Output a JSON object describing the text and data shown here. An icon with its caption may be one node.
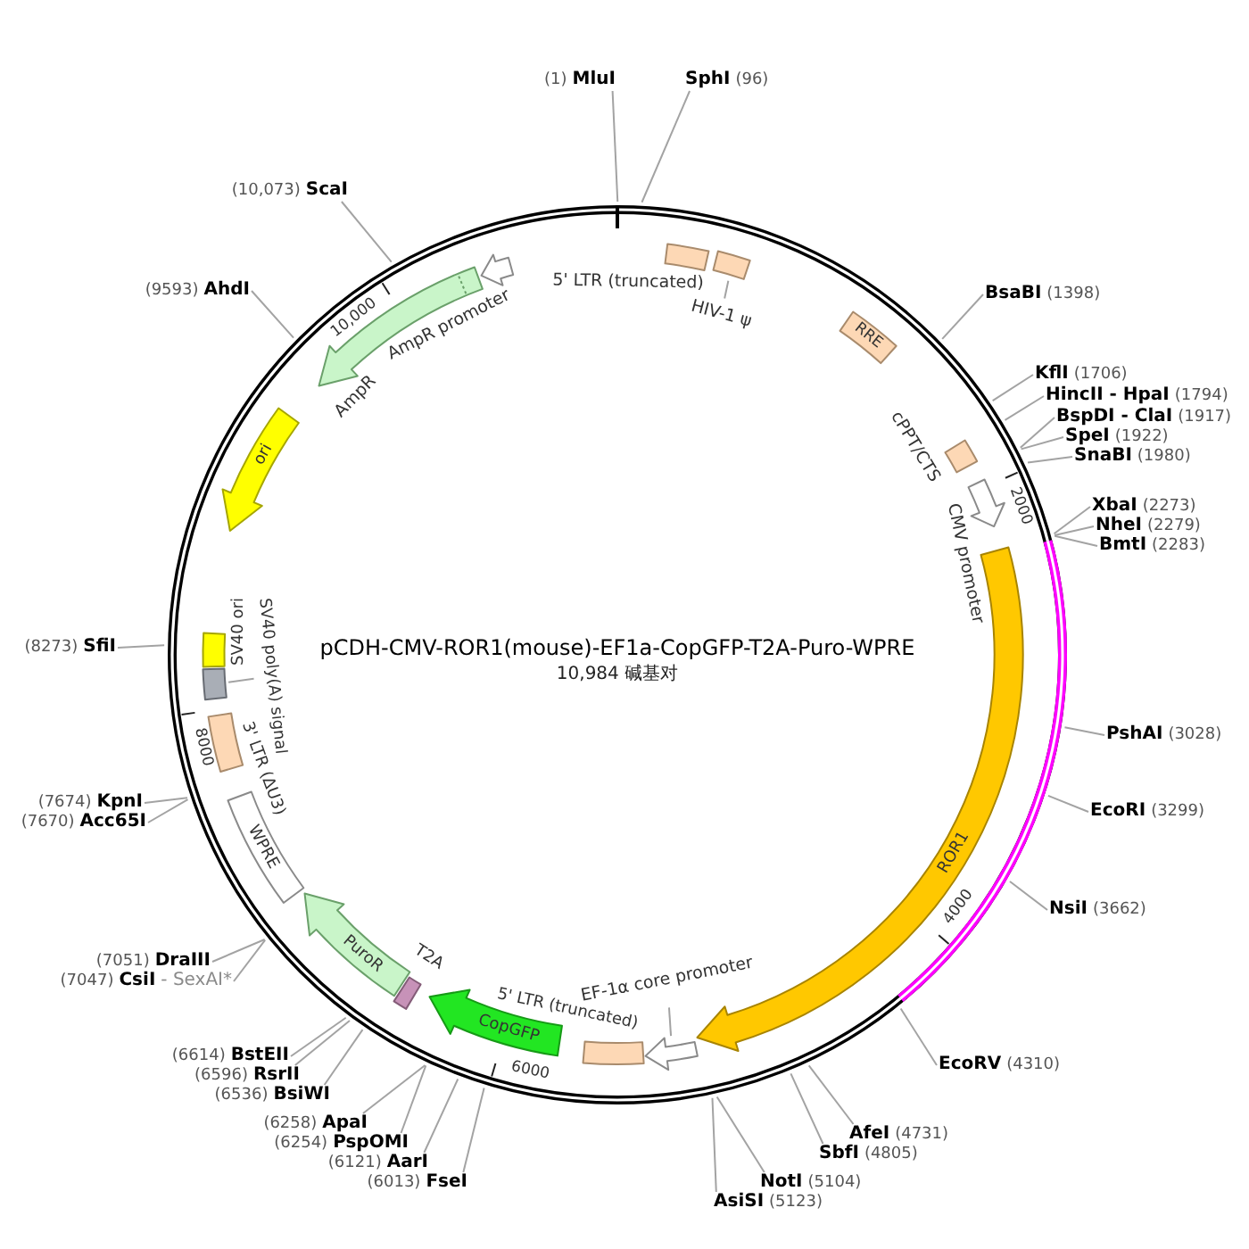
{
  "diagram": {
    "title": "pCDH-CMV-ROR1(mouse)-EF1a-CopGFP-T2A-Puro-WPRE",
    "nodes": [
      {
        "text": [
          "MluI"
        ],
        "beside": [
          "(1)"
        ]
      },
      {
        "text": [
          "SphI"
        ],
        "beside": [
          "(96)"
        ]
      },
      {
        "text": [
          "BsaBI"
        ],
        "beside": [
          "(1398)"
        ]
      },
      {
        "text": [
          "KflI"
        ],
        "beside": [
          "(1706)"
        ]
      },
      {
        "text": [
          "HincII - HpaI"
        ],
        "beside": [
          "(1794)"
        ]
      },
      {
        "text": [
          "BspDI - ClaI"
        ],
        "beside": [
          "(1917)"
        ]
      },
      {
        "text": [
          "SpeI"
        ],
        "beside": [
          "(1922)"
        ]
      },
      {
        "text": [
          "SnaBI"
        ],
        "beside": [
          "(1980)"
        ]
      },
      {
        "text": [
          "XbaI"
        ],
        "beside": [
          "(2273)"
        ]
      },
      {
        "text": [
          "NheI"
        ],
        "beside": [
          "(2279)"
        ]
      },
      {
        "text": [
          "BmtI"
        ],
        "beside": [
          "(2283)"
        ]
      },
      {
        "text": [
          "PshAI"
        ],
        "beside": [
          "(3028)"
        ]
      },
      {
        "text": [
          "EcoRI"
        ],
        "beside": [
          "(3299)"
        ]
      },
      {
        "text": [
          "NsiI"
        ],
        "beside": [
          "(3662)"
        ]
      },
      {
        "text": [
          "EcoRV"
        ],
        "beside": [
          "(4310)"
        ]
      },
      {
        "text": [
          "AfeI"
        ],
        "beside": [
          "(4731)"
        ]
      },
      {
        "text": [
          "SbfI"
        ],
        "beside": [
          "(4805)"
        ]
      },
      {
        "text": [
          "NotI"
        ],
        "beside": [
          "(5104)"
        ]
      },
      {
        "text": [
          "AsiSI"
        ],
        "beside": [
          "(5123)"
        ]
      },
      {
        "text": [
          "FseI"
        ],
        "beside": [
          "(6013)"
        ]
      },
      {
        "text": [
          "AarI"
        ],
        "beside": [
          "(6121)"
        ]
      },
      {
        "text": [
          "PspOMI"
        ],
        "beside": [
          "(6254)"
        ]
      },
      {
        "text": [
          "ApaI"
        ],
        "beside": [
          "(6258)"
        ]
      },
      {
        "text": [
          "BsiWI"
        ],
        "beside": [
          "(6536)"
        ]
      },
      {
        "text": [
          "RsrII"
        ],
        "beside": [
          "(6596)"
        ]
      },
      {
        "text": [
          "BstEII"
        ],
        "beside": [
          "(6614)"
        ]
      },
      {
        "text": [
          "CsiI",
          "- SexAI*"
        ],
        "beside": [
          "(7047)"
        ]
      },
      {
        "text": [
          "DraIII"
        ],
        "beside": [
          "(7051)"
        ]
      },
      {
        "text": [
          "Acc65I"
        ],
        "beside": [
          "(7670)"
        ]
      },
      {
        "text": [
          "KpnI"
        ],
        "beside": [
          "(7674)"
        ]
      },
      {
        "text": [
          "SfiI"
        ],
        "beside": [
          "(8273)"
        ]
      },
      {
        "text": [
          "AhdI"
        ],
        "beside": [
          "(9593)"
        ]
      },
      {
        "text": [
          "ScaI"
        ],
        "beside": [
          "(10,073)"
        ]
      },
      {
        "text": [
          "5' LTR (truncated)"
        ]
      },
      {
        "text": [],
        "shape": "box"
      },
      {
        "text": [
          "HIV-1 ψ"
        ]
      },
      {
        "text": [
          "RRE"
        ]
      },
      {
        "text": [
          "cPPT/CTS"
        ]
      },
      {
        "text": [
          "CMV promoter"
        ]
      },
      {
        "text": [
          "ROR1"
        ]
      },
      {
        "text": [],
        "shape": "arrow"
      },
      {
        "text": [
          "EF-1α core promoter"
        ]
      },
      {
        "text": [
          "5' LTR (truncated)"
        ]
      },
      {
        "text": [
          "CopGFP"
        ]
      },
      {
        "text": [
          "T2A"
        ]
      },
      {
        "text": [
          "PuroR"
        ]
      },
      {
        "text": [
          "WPRE"
        ]
      },
      {
        "text": [
          "3' LTR (ΔU3)"
        ]
      },
      {
        "text": [],
        "shape": "box"
      },
      {
        "text": [
          "SV40 poly(A) signal"
        ]
      },
      {
        "text": [
          "SV40 ori"
        ]
      },
      {
        "text": [
          "ori"
        ]
      },
      {
        "text": [
          "AmpR"
        ]
      },
      {
        "text": [
          "AmpR promoter"
        ]
      }
    ],
    "edges": [
      {
        "from": 0,
        "to": null,
        "arrow": "none"
      },
      {
        "from": 1,
        "to": null,
        "arrow": "none"
      },
      {
        "from": 2,
        "to": null,
        "arrow": "none"
      },
      {
        "from": 3,
        "to": null,
        "arrow": "none"
      },
      {
        "from": 4,
        "to": null,
        "arrow": "none"
      },
      {
        "from": 5,
        "to": null,
        "arrow": "none"
      },
      {
        "from": 6,
        "to": null,
        "arrow": "none"
      },
      {
        "from": 7,
        "to": null,
        "arrow": "none"
      },
      {
        "from": 8,
        "to": null,
        "arrow": "none"
      },
      {
        "from": 9,
        "to": null,
        "arrow": "none"
      },
      {
        "from": 10,
        "to": null,
        "arrow": "none"
      },
      {
        "from": 11,
        "to": null,
        "arrow": "none"
      },
      {
        "from": 12,
        "to": null,
        "arrow": "none"
      },
      {
        "from": 13,
        "to": null,
        "arrow": "none"
      },
      {
        "from": 14,
        "to": null,
        "arrow": "none"
      },
      {
        "from": 15,
        "to": null,
        "arrow": "none"
      },
      {
        "from": 16,
        "to": null,
        "arrow": "none"
      },
      {
        "from": 17,
        "to": null,
        "arrow": "none"
      },
      {
        "from": 18,
        "to": null,
        "arrow": "none"
      },
      {
        "from": 19,
        "to": null,
        "arrow": "none"
      },
      {
        "from": 20,
        "to": null,
        "arrow": "none"
      },
      {
        "from": 21,
        "to": null,
        "arrow": "none"
      },
      {
        "from": 22,
        "to": null,
        "arrow": "none"
      },
      {
        "from": 23,
        "to": null,
        "arrow": "none"
      },
      {
        "from": 24,
        "to": null,
        "arrow": "none"
      },
      {
        "from": 25,
        "to": null,
        "arrow": "none"
      },
      {
        "from": 26,
        "to": null,
        "arrow": "none"
      },
      {
        "from": 27,
        "to": null,
        "arrow": "none"
      },
      {
        "from": 28,
        "to": null,
        "arrow": "none"
      },
      {
        "from": 29,
        "to": null,
        "arrow": "none"
      },
      {
        "from": 30,
        "to": null,
        "arrow": "none"
      },
      {
        "from": 31,
        "to": null,
        "arrow": "none"
      },
      {
        "from": 32,
        "to": null,
        "arrow": "none"
      },
      {
        "from": 35,
        "to": 34,
        "arrow": "none"
      },
      {
        "from": 41,
        "to": 40,
        "arrow": "none"
      },
      {
        "from": 49,
        "to": 48,
        "arrow": "none"
      }
    ],
    "labels": [
      "10,984 碱基对",
      "2000",
      "4000",
      "6000",
      "8000",
      "10,000"
    ]
  }
}
